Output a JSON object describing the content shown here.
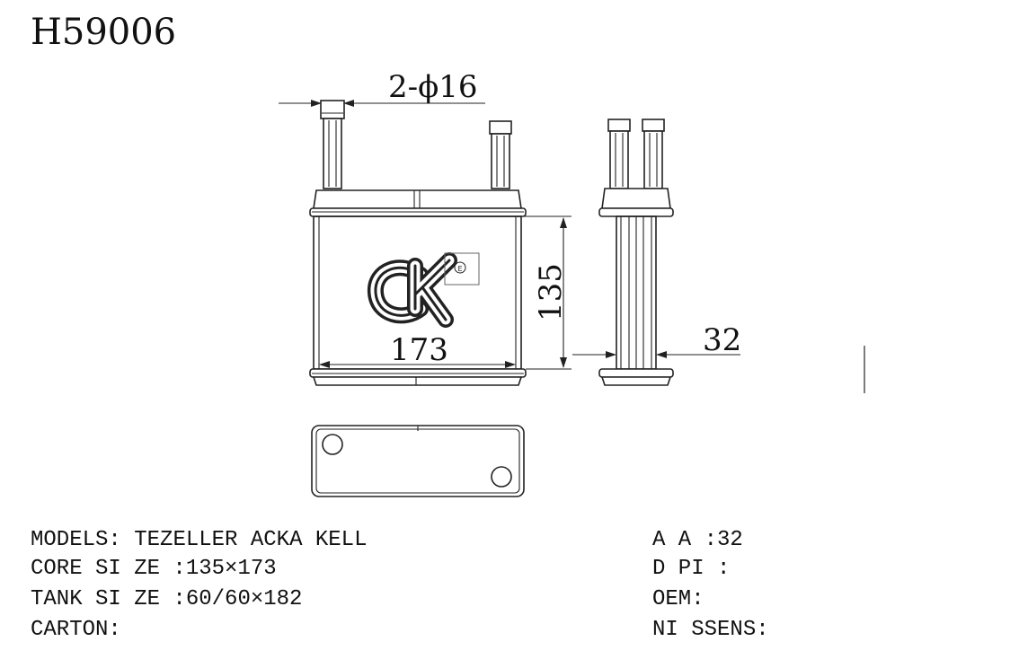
{
  "part_number": "H59006",
  "dimensions": {
    "pipe_spec": "2-ϕ16",
    "height": "135",
    "width": "173",
    "depth": "32"
  },
  "logo": {
    "text": "ck",
    "registered_mark": "E"
  },
  "specs_left": [
    {
      "label": "MODELS:",
      "value": "TEZELLER ACKA KELL"
    },
    {
      "label": "CORE SI ZE :",
      "value": "135×173"
    },
    {
      "label": "TANK SI ZE :",
      "value": "60/60×182"
    },
    {
      "label": "CARTON:",
      "value": ""
    }
  ],
  "specs_right": [
    {
      "label": "A A :",
      "value": "32"
    },
    {
      "label": "D PI :",
      "value": ""
    },
    {
      "label": "OEM:",
      "value": ""
    },
    {
      "label": "NI SSENS:",
      "value": ""
    }
  ]
}
